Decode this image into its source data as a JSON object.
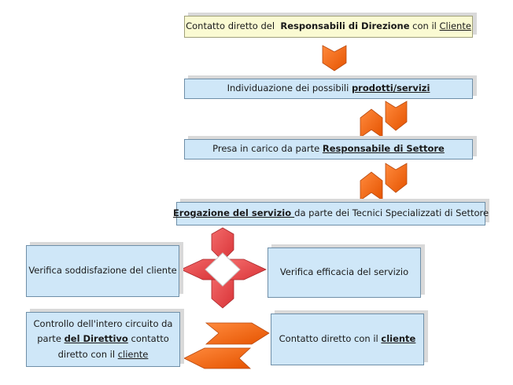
{
  "box1": {
    "pre": "Contatto diretto del  ",
    "bold": "Responsabili di Direzione",
    "mid": " con il ",
    "underlined": "Cliente"
  },
  "box2": {
    "pre": "Individuazione dei possibili ",
    "bold_underlined": "prodotti/servizi"
  },
  "box3": {
    "pre": "Presa in carico da parte ",
    "bold_underlined": "Responsabile di Settore"
  },
  "box4": {
    "bold_underlined": "Erogazione del servizio ",
    "post": "da parte dei Tecnici Specializzati di Settore"
  },
  "box5": {
    "text": "Verifica soddisfazione del cliente"
  },
  "box6": {
    "text": "Verifica efficacia del servizio"
  },
  "box7": {
    "line1": "Controllo dell'intero circuito da",
    "line2_pre": "parte ",
    "line2_bold_underlined": "del Direttivo",
    "line2_post": " contatto",
    "line3_pre": "diretto con il ",
    "line3_underlined": "cliente"
  },
  "box8": {
    "pre": "Contatto diretto con il ",
    "bold_underlined": "cliente"
  },
  "colors": {
    "arrow_orange": "#f26522",
    "arrow_red": "#e8474a",
    "box_blue": "#cfe7f8",
    "box_yellow": "#fafad2"
  }
}
